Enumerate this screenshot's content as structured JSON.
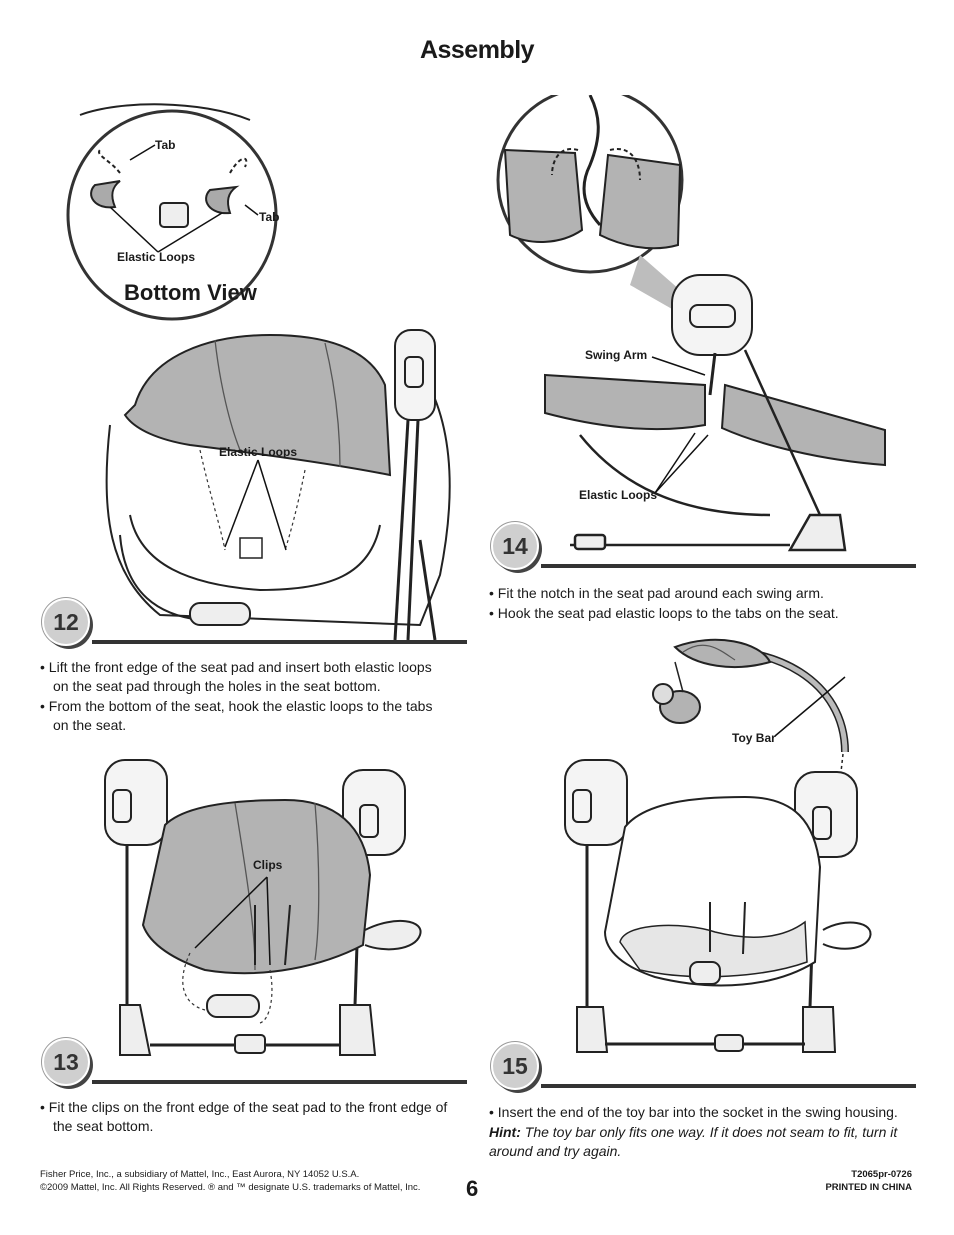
{
  "page": {
    "title": "Assembly",
    "page_number": "6"
  },
  "figure_12": {
    "inset_title": "Bottom View",
    "labels": {
      "tab_top": "Tab",
      "tab_right": "Tab",
      "elastic_loops_inset": "Elastic Loops",
      "elastic_loops_main": "Elastic Loops"
    }
  },
  "figure_14": {
    "labels": {
      "swing_arm": "Swing Arm",
      "elastic_loops": "Elastic Loops"
    }
  },
  "figure_13": {
    "labels": {
      "clips": "Clips"
    }
  },
  "figure_15": {
    "labels": {
      "toy_bar": "Toy Bar"
    }
  },
  "steps": {
    "s12": {
      "number": "12",
      "bullets": [
        "Lift the front edge of the seat pad and insert both elastic loops on the seat pad through the holes in the seat bottom.",
        "From the bottom of the seat, hook the elastic loops to the tabs on the seat."
      ]
    },
    "s13": {
      "number": "13",
      "bullets": [
        "Fit the clips on the front edge of the seat pad to the front edge of the seat bottom."
      ]
    },
    "s14": {
      "number": "14",
      "bullets": [
        "Fit the notch in the seat pad around each swing arm.",
        "Hook the seat pad elastic loops to the tabs on the seat."
      ]
    },
    "s15": {
      "number": "15",
      "bullets": [
        "Insert the end of the toy bar into the socket in the swing housing."
      ],
      "hint_label": "Hint:",
      "hint_text": " The toy bar only fits one way. If it does not seam to fit, turn it around and try again."
    }
  },
  "footer": {
    "left_line1": "Fisher Price, Inc., a subsidiary of Mattel, Inc., East Aurora, NY 14052 U.S.A.",
    "left_line2": "©2009 Mattel, Inc. All Rights Reserved. ® and ™ designate U.S. trademarks of Mattel, Inc.",
    "right_line1": "T2065pr-0726",
    "right_line2": "PRINTED IN CHINA"
  }
}
